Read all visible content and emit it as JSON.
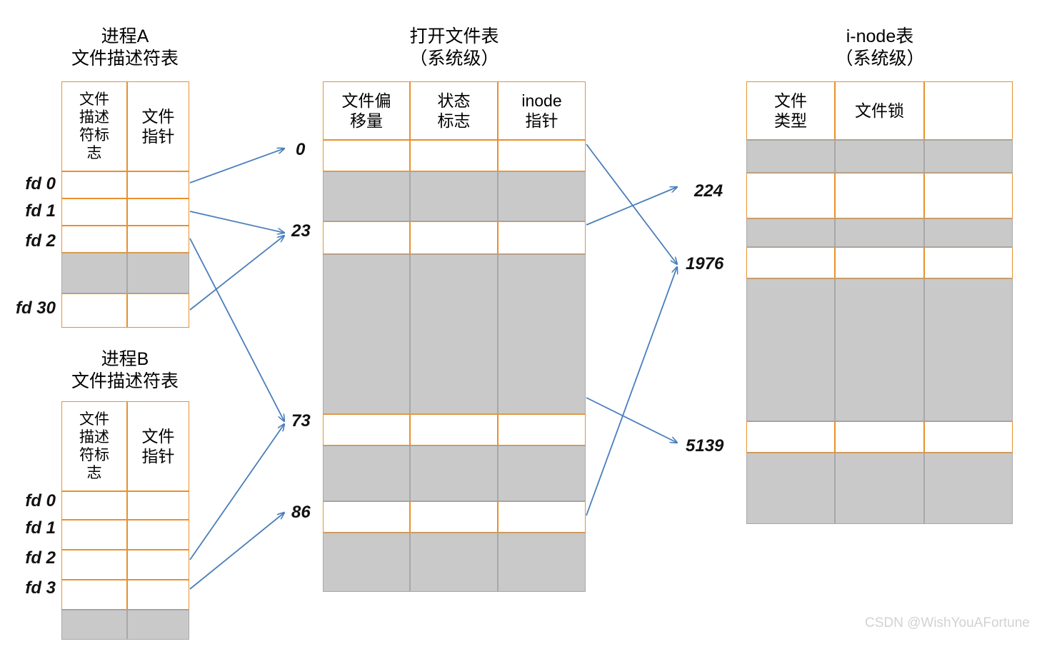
{
  "diagram": {
    "title_process_a": "进程A\n文件描述符表",
    "title_open_file": "打开文件表\n（系统级）",
    "title_inode": "i-node表\n（系统级）",
    "title_process_b": "进程B\n文件描述符表"
  },
  "process_a_table": {
    "headers": [
      "文件\n描述\n符标\n志",
      "文件\n指针"
    ],
    "rows": [
      {
        "label": "fd 0",
        "state": "active"
      },
      {
        "label": "fd 1",
        "state": "active"
      },
      {
        "label": "fd 2",
        "state": "active"
      },
      {
        "label": "",
        "state": "gray"
      },
      {
        "label": "fd 30",
        "state": "active"
      }
    ]
  },
  "process_b_table": {
    "headers": [
      "文件\n描述\n符标\n志",
      "文件\n指针"
    ],
    "rows": [
      {
        "label": "fd 0",
        "state": "active"
      },
      {
        "label": "fd 1",
        "state": "active"
      },
      {
        "label": "fd 2",
        "state": "active"
      },
      {
        "label": "fd 3",
        "state": "active"
      },
      {
        "label": "",
        "state": "gray"
      }
    ]
  },
  "open_file_table": {
    "headers": [
      "文件偏\n移量",
      "状态\n标志",
      "inode\n指针"
    ],
    "rows": [
      {
        "label": "0",
        "state": "active"
      },
      {
        "label": "",
        "state": "gray"
      },
      {
        "label": "23",
        "state": "active"
      },
      {
        "label": "",
        "state": "gray"
      },
      {
        "label": "73",
        "state": "active"
      },
      {
        "label": "",
        "state": "gray"
      },
      {
        "label": "86",
        "state": "active"
      },
      {
        "label": "",
        "state": "gray"
      }
    ]
  },
  "inode_table": {
    "headers": [
      "文件\n类型",
      "文件锁",
      ""
    ],
    "rows": [
      {
        "label": "",
        "state": "gray"
      },
      {
        "label": "224",
        "state": "active"
      },
      {
        "label": "",
        "state": "gray"
      },
      {
        "label": "1976",
        "state": "active"
      },
      {
        "label": "",
        "state": "gray"
      },
      {
        "label": "5139",
        "state": "active"
      },
      {
        "label": "",
        "state": "gray"
      }
    ]
  },
  "colors": {
    "active_border": "#e8912d",
    "inactive_fill": "#c9c9c9",
    "inactive_border": "#a8a8a8",
    "arrow": "#4a7ebb",
    "text": "#000000",
    "watermark": "#d2d2d2"
  },
  "watermark": {
    "text": "CSDN @WishYouAFortune"
  }
}
